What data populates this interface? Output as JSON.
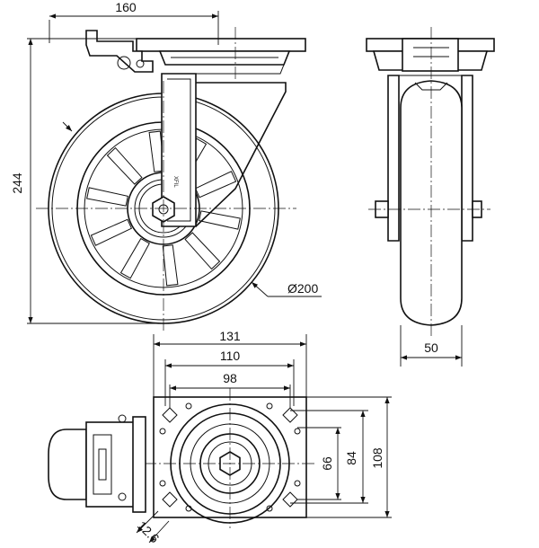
{
  "drawing": {
    "side_view": {
      "width_label": "160",
      "height_label": "244",
      "wheel_diameter_label": "Ø200",
      "fork_mark": "XFIL"
    },
    "front_view": {
      "wheel_width_label": "50"
    },
    "top_view": {
      "plate_width_label": "131",
      "hole_spacing_outer_label": "110",
      "hole_spacing_inner_label": "98",
      "plate_height_label": "108",
      "hole_vertical_label": "84",
      "inner_vertical_label": "66",
      "slot_label": "12.6"
    }
  }
}
